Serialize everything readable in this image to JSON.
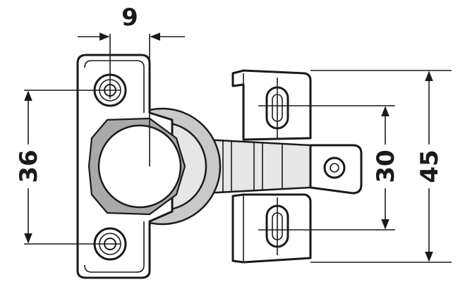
{
  "dimensions": {
    "top_width": "9",
    "left_height": "36",
    "inner_height": "30",
    "outer_height": "45"
  }
}
